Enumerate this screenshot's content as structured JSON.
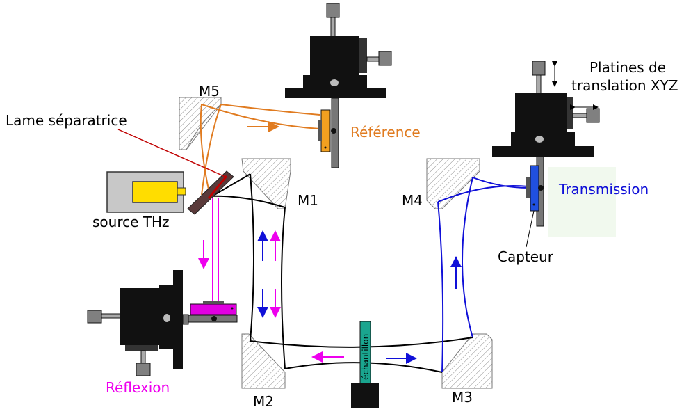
{
  "labels": {
    "lame": "Lame séparatrice",
    "source": "source THz",
    "reference": "Référence",
    "reflexion": "Réflexion",
    "transmission": "Transmission",
    "capteur": "Capteur",
    "platines_line1": "Platines de",
    "platines_line2": "translation XYZ",
    "echantillon": "échantillon",
    "m1": "M1",
    "m2": "M2",
    "m3": "M3",
    "m4": "M4",
    "m5": "M5"
  },
  "colors": {
    "reference": "#e07b20",
    "reflexion": "#ee00ee",
    "transmission": "#1010d8",
    "source_box": "#c8c8c8",
    "source_emitter": "#ffdd00",
    "splitter": "#5a3a3a",
    "annotation_line": "#c00000",
    "sample": "#1aa58f",
    "detector_ref": "#f2a020",
    "detector_trans": "#2050e0",
    "detector_refl": "#e000e0",
    "stage_body": "#111111",
    "knob": "#808080"
  }
}
